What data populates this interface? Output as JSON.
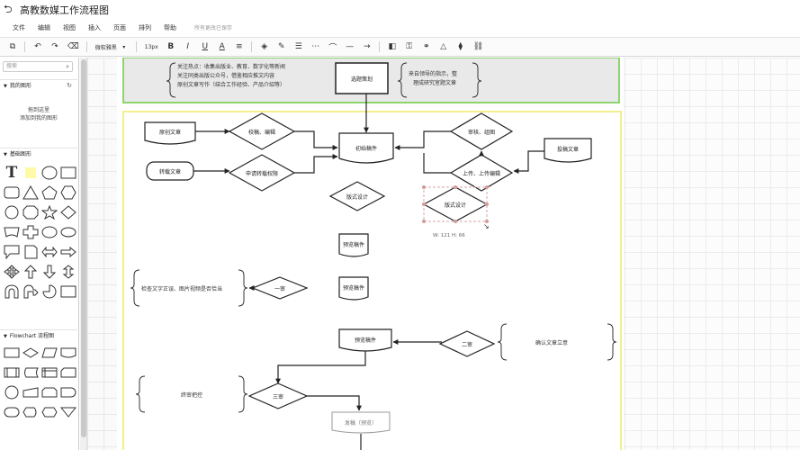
{
  "app": {
    "back_icon": "back-arrow-icon",
    "title": "高教数媒工作流程图",
    "saved_status": "所有更改已保存"
  },
  "menu": [
    "文件",
    "编辑",
    "视图",
    "插入",
    "页面",
    "排列",
    "帮助"
  ],
  "toolbar": {
    "font_name": "微软雅黑",
    "font_size": "13px",
    "bold": "B",
    "italic": "I",
    "underline": "U",
    "font_color": "A",
    "align": "≡"
  },
  "sidebar": {
    "search_placeholder": "搜索",
    "sections": {
      "my_shapes": "我的图形",
      "scratch_line1": "拖到这里",
      "scratch_line2": "添加到我的图形",
      "basic": "基础图形",
      "flowchart": "Flowchart 流程图"
    }
  },
  "diagram": {
    "top_left_notes": [
      "关注热点：收集出版业、教育、数字化等新闻",
      "关注同类出版公众号，借鉴相应推文内容",
      "原创文章写作（结合工作经验、产品介绍等）"
    ],
    "topic_planning": "选题策划",
    "top_right_note": [
      "来自领导的指示，整",
      "理成研究室题文章"
    ],
    "node_original_article": "原创文章",
    "node_proofread_1": "校稿、编辑",
    "node_draft": "初始稿件",
    "node_reprint_article": "转载文章",
    "node_reprint_permission": "申请转载权限",
    "node_reviewed": "审核、组图",
    "node_sub_article": "投稿文章",
    "node_upload": "上传、上传编辑",
    "node_layout": "版式设计",
    "node_layout_selected": "版式设计",
    "selection_size": "W: 121  H: 66",
    "node_preview_1": "预览稿件",
    "node_preview_2": "预览稿件",
    "node_first_review": "一审",
    "note_first_review": "检查文字正误、图片视频是否恰当",
    "node_preview_3": "预览稿件",
    "node_second_review": "二审",
    "note_second_review": "确认文章立意",
    "node_third_review": "三审",
    "note_third_review": "终审把控",
    "node_publish": "发稿（预览）"
  },
  "colors": {
    "accent": "#2d7ad6",
    "topic_box_fill": "#e9e9e9",
    "topic_box_border": "#8dd36f",
    "main_box_border": "#f2ef8c",
    "selection": "#d4a5a5"
  }
}
